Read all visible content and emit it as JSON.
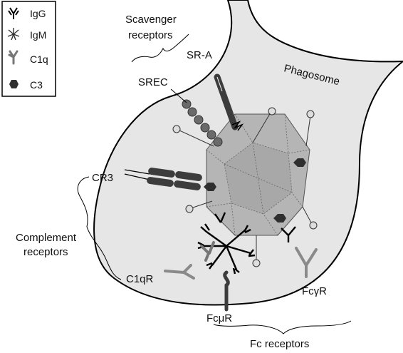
{
  "legend": {
    "items": [
      {
        "label": "IgG",
        "icon": "igg-icon"
      },
      {
        "label": "IgM",
        "icon": "igm-icon"
      },
      {
        "label": "C1q",
        "icon": "c1q-icon"
      },
      {
        "label": "C3",
        "icon": "c3-icon"
      }
    ]
  },
  "labels": {
    "scavenger_line1": "Scavenger",
    "scavenger_line2": "receptors",
    "sra": "SR-A",
    "srec": "SREC",
    "phagosome": "Phagosome",
    "cr3": "CR3",
    "complement_line1": "Complement",
    "complement_line2": "receptors",
    "c1qr": "C1qR",
    "fcmur": "FcμR",
    "fcgr": "FcγR",
    "fc_receptors": "Fc receptors"
  },
  "colors": {
    "membrane_fill": "#e6e6e6",
    "particle_fill": "#b5b5b5",
    "receptor_dark": "#3c3c3c",
    "srec_bead": "#6a6a6a",
    "c1q_gray": "#8a8a8a"
  }
}
